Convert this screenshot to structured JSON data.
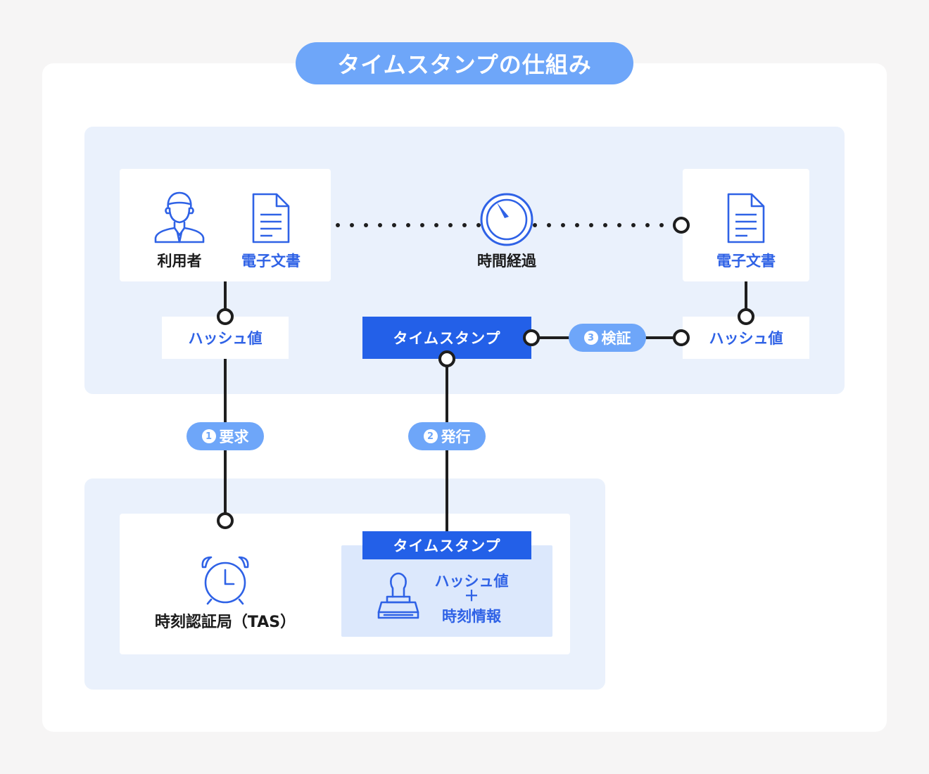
{
  "title": "タイムスタンプの仕組み",
  "user_label": "利用者",
  "doc_label_left": "電子文書",
  "elapsed_label": "時間経過",
  "doc_label_right": "電子文書",
  "hash_left": "ハッシュ値",
  "timestamp_top": "タイムスタンプ",
  "hash_right": "ハッシュ値",
  "steps": [
    {
      "num": "1",
      "label": "要求"
    },
    {
      "num": "2",
      "label": "発行"
    },
    {
      "num": "3",
      "label": "検証"
    }
  ],
  "tas_label": "時刻認証局（TAS）",
  "timestamp_bottom": "タイムスタンプ",
  "stamp_content": {
    "line1": "ハッシュ値",
    "plus": "＋",
    "line2": "時刻情報"
  },
  "icons": [
    "user-icon",
    "document-icon",
    "stopwatch-icon",
    "alarm-clock-icon",
    "stamp-icon"
  ],
  "colors": {
    "accent": "#2360e8",
    "pill": "#6ea6f9",
    "zone": "#eaf1fc",
    "text_blue": "#2f62e6"
  }
}
